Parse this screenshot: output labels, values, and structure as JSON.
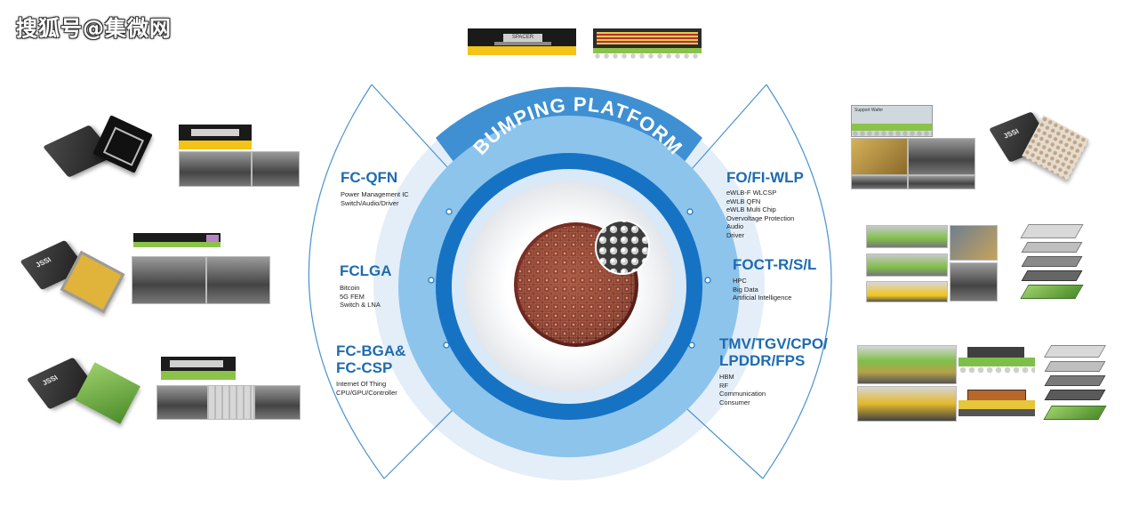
{
  "watermark": "搜狐号@集微网",
  "platform_title": "BUMPING PLATFORM",
  "left_segments": [
    {
      "title": "FC-QFN",
      "apps": [
        "Power Management IC",
        "Switch/Audio/Driver"
      ]
    },
    {
      "title": "FCLGA",
      "apps": [
        "Bitcoin",
        "5G FEM",
        "Switch & LNA"
      ]
    },
    {
      "title_lines": [
        "FC-BGA&",
        "FC-CSP"
      ],
      "apps": [
        "Internet Of Thing",
        "CPU/GPU/Controller"
      ]
    }
  ],
  "right_segments": [
    {
      "title": "FO/FI-WLP",
      "apps": [
        "eWLB-F WLCSP",
        "eWLB QFN",
        "eWLB Multi Chip",
        "Overvoltage Protection",
        "Audio",
        "Driver"
      ]
    },
    {
      "title": "FOCT-R/S/L",
      "apps": [
        "HPC",
        "Big Data",
        "Artificial Intelligence"
      ]
    },
    {
      "title_lines": [
        "TMV/TGV/CPO/",
        "LPDDR/FPS"
      ],
      "apps": [
        "HBM",
        "RF",
        "Communication",
        "Consumer"
      ]
    }
  ],
  "chip_marking": "JSSI",
  "top_image_label": "SPACER",
  "thumb_label": "Support Wafer",
  "colors": {
    "ring_outer": "#5aaae0",
    "ring_mid": "#1673c4",
    "accent_text": "#1e6bb0",
    "band": "#dbe9f7",
    "wafer": "#8a3a2c"
  }
}
